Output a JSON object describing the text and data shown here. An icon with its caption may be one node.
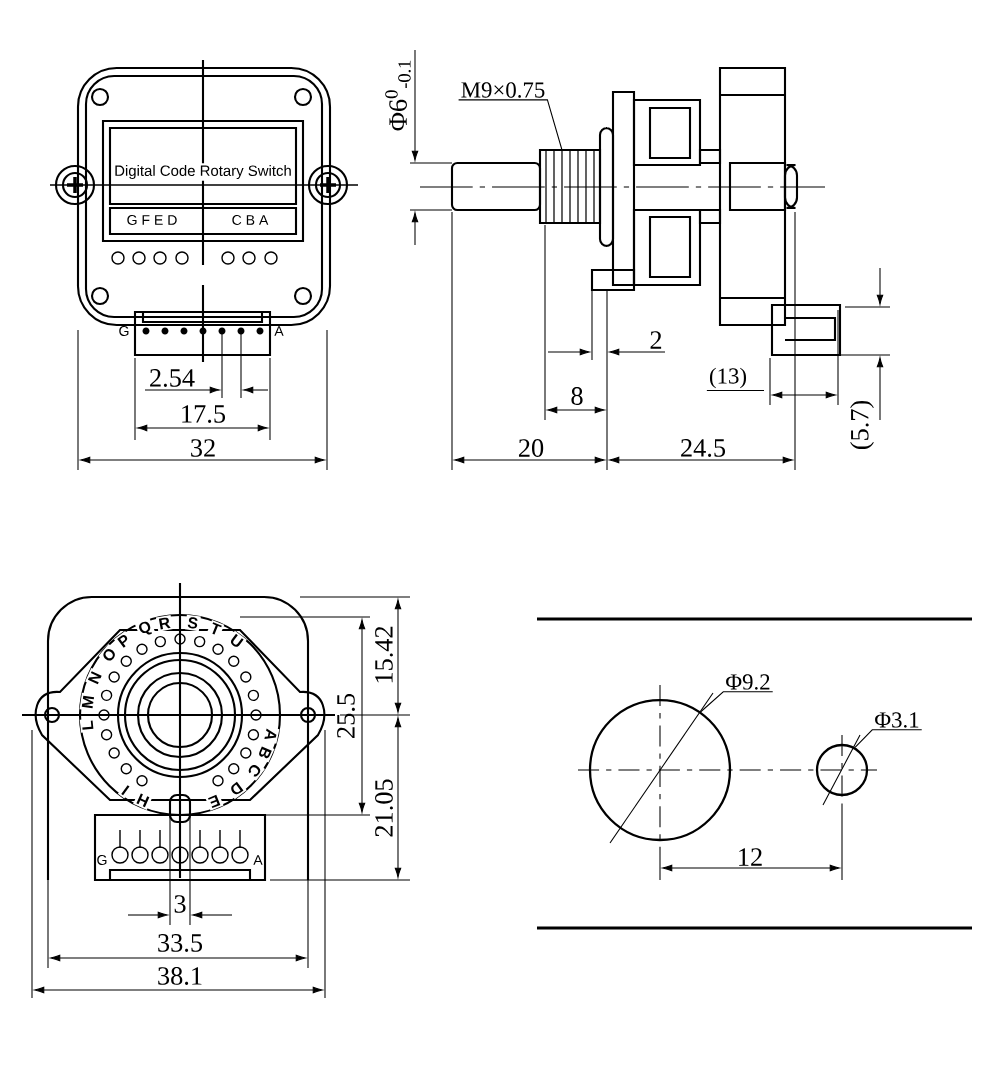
{
  "diagram": {
    "nodes": [
      {
        "text": [
          "M9×0.75"
        ]
      },
      {
        "text": [
          "Φ9.2"
        ]
      },
      {
        "text": [],
        "shape": "circle"
      },
      {
        "text": [
          "Φ3.1"
        ]
      },
      {
        "text": [],
        "shape": "circle"
      },
      {
        "text": [
          "(13)"
        ]
      }
    ],
    "edges": [
      {
        "from": 0,
        "to": null,
        "arrow": "none"
      },
      {
        "from": 1,
        "to": 2,
        "arrow": "none"
      },
      {
        "from": 3,
        "to": 4,
        "arrow": "none"
      },
      {
        "from": 5,
        "to": null,
        "arrow": "none"
      }
    ],
    "labels": [
      "Digital Code Rotary Switch",
      "G F E D",
      "C B A",
      "G",
      "A",
      "2.54",
      "17.5",
      "32",
      "Φ6$^{0}$$_{-0.1}$",
      "2",
      "8",
      "20",
      "24.5",
      "(5.7)",
      "P",
      "Q",
      "R",
      "S",
      "T",
      "U",
      "O",
      "N",
      "M",
      "L",
      "A",
      "B",
      "C",
      "D",
      "E",
      "I",
      "H",
      "G",
      "A",
      "15.42",
      "25.5",
      "21.05",
      "3",
      "33.5",
      "38.1",
      "12"
    ]
  }
}
